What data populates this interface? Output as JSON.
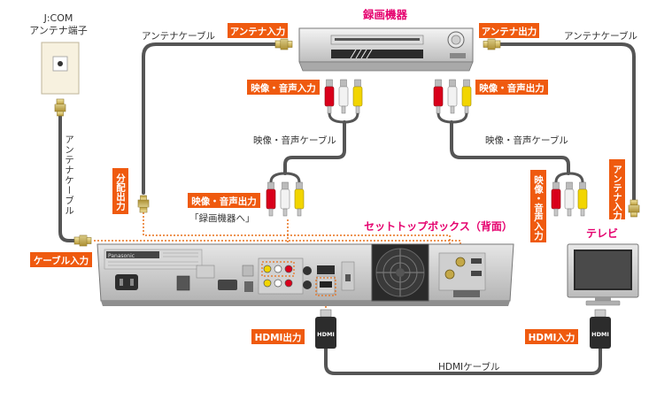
{
  "labels": {
    "jcom_line1": "J:COM",
    "jcom_line2": "アンテナ端子",
    "antenna_cable_left": "アンテナケーブル",
    "antenna_cable_right": "アンテナケーブル",
    "antenna_cable_vertical": "アンテナケーブル",
    "recorder_title": "録画機器",
    "recorder_antenna_in": "アンテナ入力",
    "recorder_antenna_out": "アンテナ出力",
    "recorder_av_in": "映像・音声入力",
    "recorder_av_out": "映像・音声出力",
    "av_cable_left": "映像・音声ケーブル",
    "av_cable_right": "映像・音声ケーブル",
    "distribution_out": "分配出力",
    "stb_av_out": "映像・音声出力",
    "to_recorder": "「録画機器へ」",
    "stb_title": "セットトップボックス（背面）",
    "cable_in": "ケーブル入力",
    "tv_title": "テレビ",
    "tv_av_in": "映像・音声入力",
    "tv_antenna_in": "アンテナ入力",
    "hdmi_out": "HDMI出力",
    "hdmi_in": "HDMI入力",
    "hdmi_cable": "HDMIケーブル",
    "hdmi_plug_text": "HDMI",
    "stb_brand": "Panasonic"
  },
  "colors": {
    "orange_badge": "#ef5a0f",
    "magenta_title": "#e5006e",
    "cable": "#555555",
    "dotted": "#e8701a",
    "rca_red": "#d9001b",
    "rca_white": "#f2f2f2",
    "rca_yellow": "#f2d500"
  }
}
